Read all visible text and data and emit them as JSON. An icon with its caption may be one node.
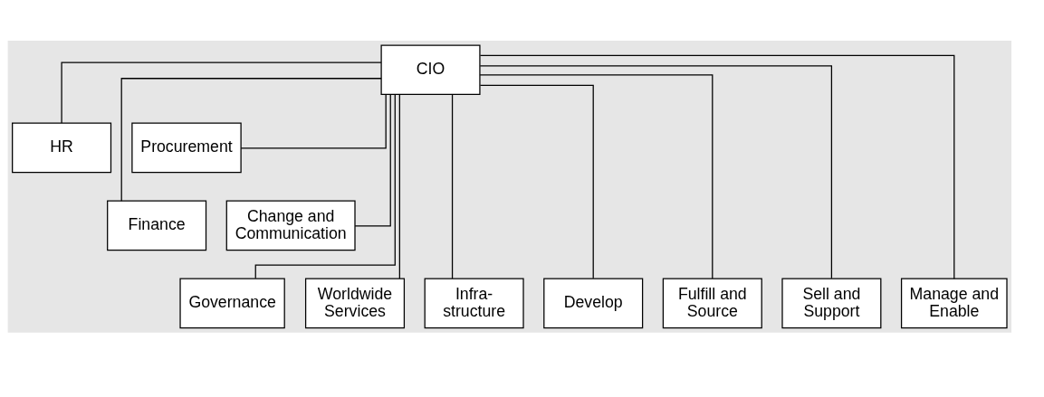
{
  "diagram": {
    "nodes": [
      {
        "text": [
          "CIO"
        ]
      },
      {
        "text": [
          "HR"
        ]
      },
      {
        "text": [
          "Procurement"
        ]
      },
      {
        "text": [
          "Finance"
        ]
      },
      {
        "text": [
          "Change and Communication"
        ]
      },
      {
        "text": [
          "Governance"
        ]
      },
      {
        "text": [
          "Worldwide Services"
        ]
      },
      {
        "text": [
          "Infra- structure"
        ]
      },
      {
        "text": [
          "Develop"
        ]
      },
      {
        "text": [
          "Fulfill and Source"
        ]
      },
      {
        "text": [
          "Sell and Support"
        ]
      },
      {
        "text": [
          "Manage and Enable"
        ]
      }
    ],
    "edges": [
      {
        "from": 0,
        "to": 1,
        "arrow": "none"
      },
      {
        "from": 0,
        "to": 2,
        "arrow": "none"
      },
      {
        "from": 0,
        "to": 3,
        "arrow": "none"
      },
      {
        "from": 0,
        "to": 4,
        "arrow": "none"
      },
      {
        "from": 0,
        "to": 5,
        "arrow": "none"
      },
      {
        "from": 0,
        "to": 6,
        "arrow": "none"
      },
      {
        "from": 0,
        "to": 7,
        "arrow": "none"
      },
      {
        "from": 0,
        "to": 8,
        "arrow": "none"
      },
      {
        "from": 0,
        "to": 9,
        "arrow": "none"
      },
      {
        "from": 0,
        "to": 10,
        "arrow": "none"
      },
      {
        "from": 0,
        "to": 11,
        "arrow": "none"
      }
    ]
  }
}
